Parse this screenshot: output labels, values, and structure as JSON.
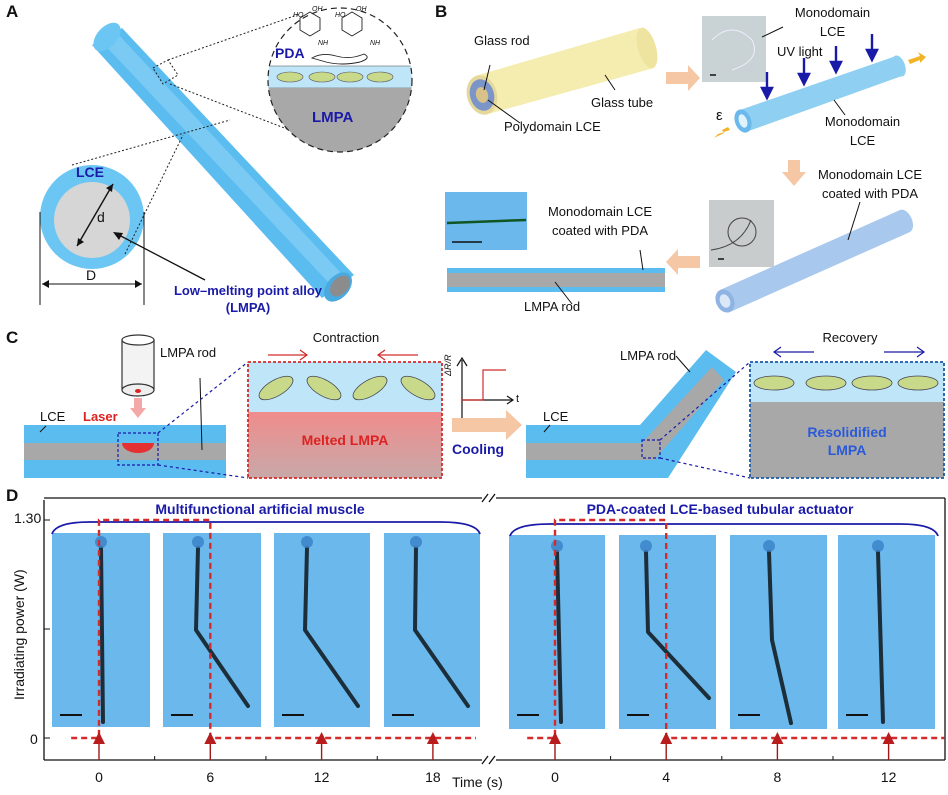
{
  "panels": {
    "A": {
      "letter": "A",
      "pda": "PDA",
      "lmpa_inset": "LMPA",
      "lce": "LCE",
      "d": "d",
      "D": "D",
      "alloy_line1": "Low–melting point alloy",
      "alloy_line2": "(LMPA)",
      "chem": [
        "HO",
        "OH",
        "HO",
        "OH",
        "NH",
        "NH"
      ]
    },
    "B": {
      "letter": "B",
      "glass_rod": "Glass rod",
      "glass_tube": "Glass tube",
      "polydomain": "Polydomain LCE",
      "mono_top_1": "Monodomain",
      "mono_top_2": "LCE",
      "uv": "UV light",
      "epsilon": "ε",
      "mono_mid_1": "Monodomain",
      "mono_mid_2": "LCE",
      "coated_right_1": "Monodomain LCE",
      "coated_right_2": "coated with PDA",
      "coated_left_1": "Monodomain LCE",
      "coated_left_2": "coated with PDA",
      "lmpa_rod": "LMPA rod"
    },
    "C": {
      "letter": "C",
      "lmpa_rod_left": "LMPA rod",
      "lce_left": "LCE",
      "laser": "Laser",
      "contraction": "Contraction",
      "melted": "Melted LMPA",
      "ylabel": "ΔR/R",
      "xlabel": "t",
      "cooling": "Cooling",
      "lmpa_rod_right": "LMPA rod",
      "lce_right": "LCE",
      "recovery": "Recovery",
      "resolid_1": "Resolidified",
      "resolid_2": "LMPA"
    },
    "D": {
      "letter": "D",
      "ylabel": "Irradiating power (W)",
      "xlabel": "Time (s)",
      "ytick_top": "1.30",
      "ytick_bottom": "0",
      "group1": "Multifunctional artificial muscle",
      "group2": "PDA-coated LCE-based tubular actuator",
      "break_mark": "//"
    }
  },
  "colors": {
    "lce_blue": "#5bbcf0",
    "lmpa_gray": "#a8a8a8",
    "light_blue": "#bfe6f8",
    "mesogen": "#c9d98a",
    "red_dash": "#d42a2a",
    "navy": "#1a1aa8",
    "arrow_peach": "#f5c7a4",
    "photo_bg": "#6ab8ec"
  },
  "chart_data": {
    "type": "line",
    "title": "",
    "xlabel": "Time (s)",
    "ylabel": "Irradiating power (W)",
    "ylim": [
      0,
      1.3
    ],
    "yticks": [
      "0",
      "1.30"
    ],
    "segments": [
      {
        "name": "Multifunctional artificial muscle",
        "xticks": [
          "0",
          "6",
          "12",
          "18"
        ],
        "x": [
          -1.5,
          0,
          0,
          6,
          6,
          21
        ],
        "y": [
          0,
          0,
          1.3,
          1.3,
          0,
          0
        ]
      },
      {
        "name": "PDA-coated LCE-based tubular actuator",
        "xticks": [
          "0",
          "4",
          "8",
          "12"
        ],
        "x": [
          -1,
          0,
          0,
          4,
          4,
          14
        ],
        "y": [
          0,
          0,
          1.3,
          1.3,
          0,
          0
        ]
      }
    ],
    "axis_break": "between segments",
    "legend": "none",
    "grid": false
  }
}
